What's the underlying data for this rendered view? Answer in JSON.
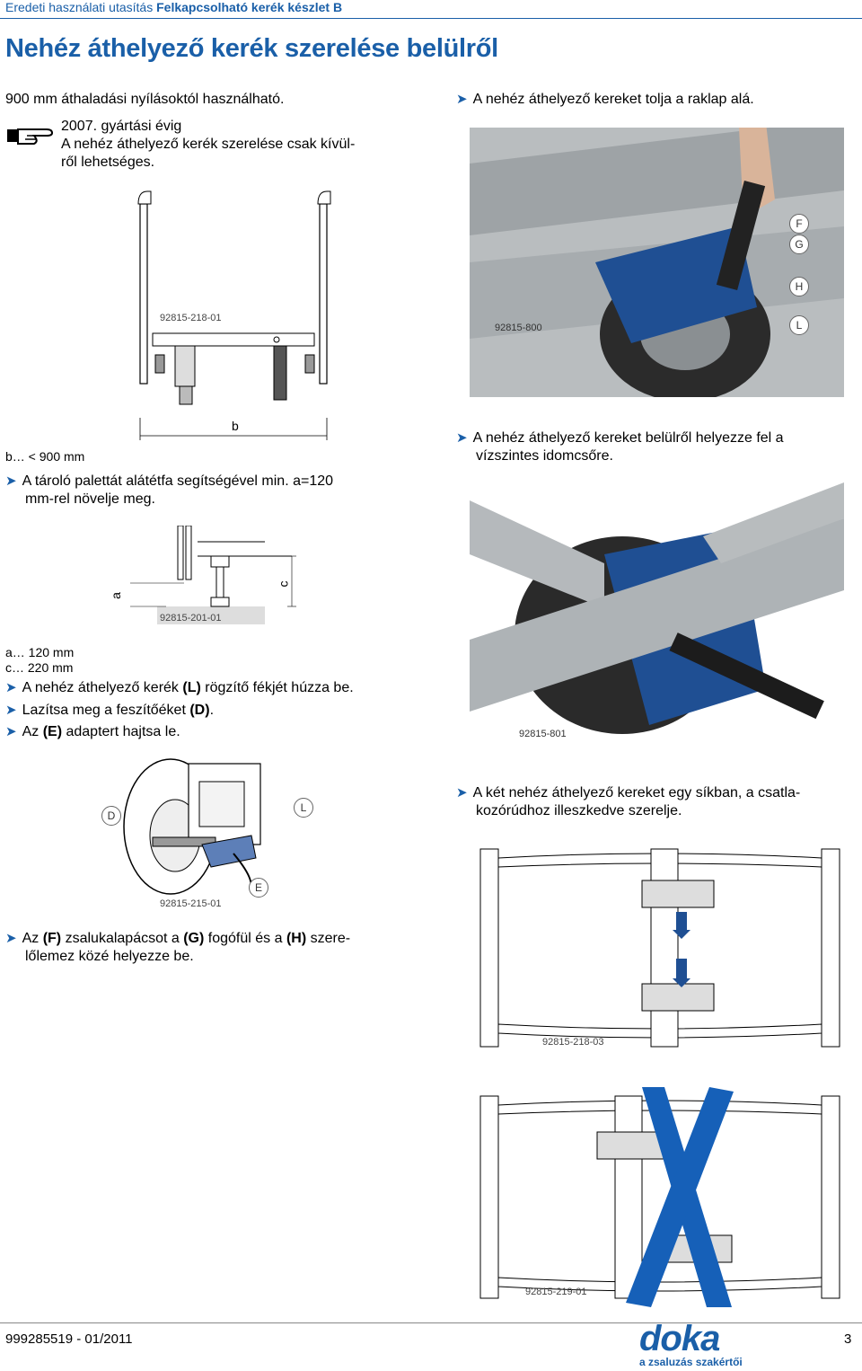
{
  "header": {
    "prefix": "Eredeti használati utasítás",
    "product": "Felkapcsolható kerék készlet B"
  },
  "title": "Nehéz áthelyező kerék szerelése belülről",
  "left": {
    "intro": "900 mm áthaladási nyílásoktól használható.",
    "note_year": "2007. gyártási évig",
    "note_text_1": "A nehéz áthelyező kerék szerelése csak kívül-",
    "note_text_2": "ről lehetséges.",
    "fig1_code": "92815-218-01",
    "fig1_dim": "b",
    "b_value": "b… < 900 mm",
    "step_raise_1": "A tároló palettát alátétfa segítségével min. a=120",
    "step_raise_2": "mm-rel növelje meg.",
    "fig2_code": "92815-201-01",
    "fig2_a": "a",
    "fig2_c": "c",
    "a_value": "a… 120 mm",
    "c_value": "c… 220 mm",
    "step_brake_pre": "A nehéz áthelyező kerék ",
    "step_brake_key": "(L)",
    "step_brake_post": " rögzítő fékjét húzza be.",
    "step_loosen_pre": "Lazítsa meg a feszítőéket ",
    "step_loosen_key": "(D)",
    "step_loosen_post": ".",
    "step_adapter_pre": "Az ",
    "step_adapter_key": "(E)",
    "step_adapter_post": " adaptert hajtsa le.",
    "fig3_code": "92815-215-01",
    "fig3_D": "D",
    "fig3_L": "L",
    "fig3_E": "E",
    "step_hammer_1a": "Az ",
    "step_hammer_F": "(F)",
    "step_hammer_1b": " zsalukalapácsot a ",
    "step_hammer_G": "(G)",
    "step_hammer_1c": " fogófül és a ",
    "step_hammer_H": "(H)",
    "step_hammer_1d": " szere-",
    "step_hammer_2": "lőlemez közé helyezze be."
  },
  "right": {
    "step_push": "A nehéz áthelyező kereket tolja a raklap alá.",
    "photo1_code": "92815-800",
    "photo1_F": "F",
    "photo1_G": "G",
    "photo1_H": "H",
    "photo1_L": "L",
    "step_place_1": "A nehéz áthelyező kereket belülről helyezze fel a",
    "step_place_2": "vízszintes idomcsőre.",
    "photo2_code": "92815-801",
    "step_plane_1": "A két nehéz áthelyező kereket egy síkban, a csatla-",
    "step_plane_2": "kozórúdhoz illeszkedve szerelje.",
    "fig4_code": "92815-218-03",
    "fig5_code": "92815-219-01"
  },
  "footer": {
    "doc_number": "999285519 - 01/2011",
    "page": "3",
    "logo": "doka",
    "slogan": "a zsaluzás szakértői"
  },
  "colors": {
    "accent": "#1a5fa8",
    "wheel_blue": "#1f4f93",
    "cross": "#1660b8"
  }
}
